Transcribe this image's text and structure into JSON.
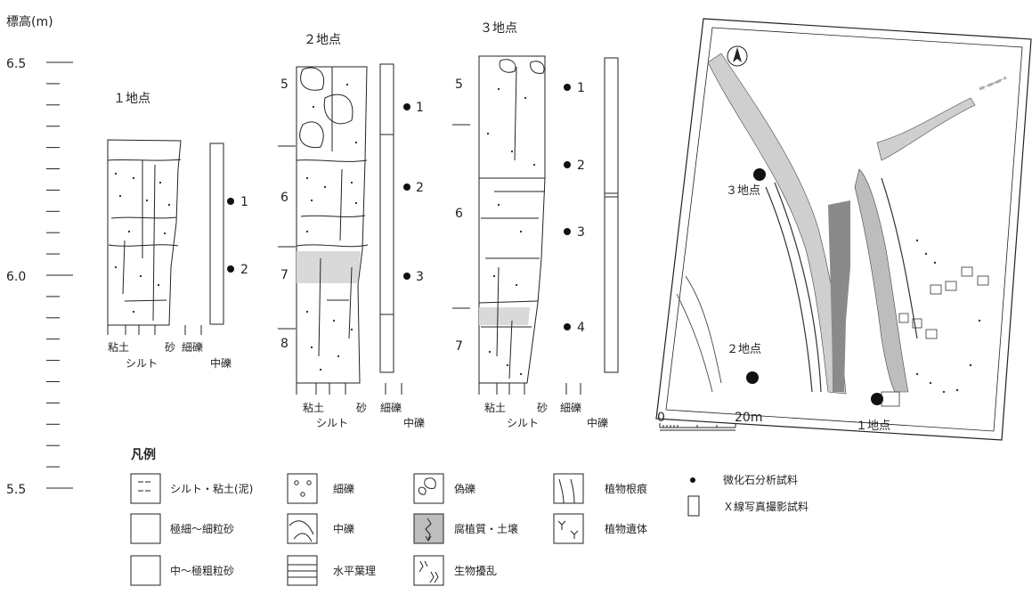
{
  "elevation": {
    "unit_label": "標高(m)",
    "major_ticks": [
      {
        "label": "6.5",
        "value": 6.5
      },
      {
        "label": "6.0",
        "value": 6.0
      },
      {
        "label": "5.5",
        "value": 5.5
      }
    ]
  },
  "columns": [
    {
      "title": "１地点",
      "samples": [
        "1",
        "2"
      ],
      "layers": [],
      "grain_top": [
        "粘土",
        "砂",
        "細礫"
      ],
      "grain_bottom": [
        "シルト",
        "中礫"
      ]
    },
    {
      "title": "２地点",
      "samples": [
        "1",
        "2",
        "3"
      ],
      "layers": [
        "5",
        "6",
        "7",
        "8"
      ],
      "grain_top": [
        "粘土",
        "砂",
        "細礫"
      ],
      "grain_bottom": [
        "シルト",
        "中礫"
      ]
    },
    {
      "title": "３地点",
      "samples": [
        "1",
        "2",
        "3",
        "4"
      ],
      "layers": [
        "5",
        "6",
        "7"
      ],
      "grain_top": [
        "粘土",
        "砂",
        "細礫"
      ],
      "grain_bottom": [
        "シルト",
        "中礫"
      ]
    }
  ],
  "map": {
    "site_labels": [
      "３地点",
      "２地点",
      "１地点"
    ],
    "scale_zero": "0",
    "scale_end": "20m"
  },
  "legend": {
    "title": "凡例",
    "items": [
      {
        "label": "シルト・粘土(泥)",
        "icon": "silt-clay-pattern"
      },
      {
        "label": "極細～細粒砂",
        "icon": "fine-sand-pattern"
      },
      {
        "label": "中～極粗粒砂",
        "icon": "coarse-sand-pattern"
      },
      {
        "label": "細礫",
        "icon": "fine-gravel-pattern"
      },
      {
        "label": "中礫",
        "icon": "medium-gravel-pattern"
      },
      {
        "label": "水平葉理",
        "icon": "horizontal-lamina-pattern"
      },
      {
        "label": "偽礫",
        "icon": "pseudo-gravel-pattern"
      },
      {
        "label": "腐植質・土壌",
        "icon": "humus-soil-pattern"
      },
      {
        "label": "生物擾乱",
        "icon": "bioturbation-pattern"
      },
      {
        "label": "植物根痕",
        "icon": "root-trace-pattern"
      },
      {
        "label": "植物遺体",
        "icon": "plant-remains-pattern"
      }
    ],
    "symbols": [
      {
        "label": "微化石分析試料",
        "icon": "sample-dot-icon"
      },
      {
        "label": "Ｘ線写真撮影試料",
        "icon": "xray-rect-icon"
      }
    ]
  }
}
